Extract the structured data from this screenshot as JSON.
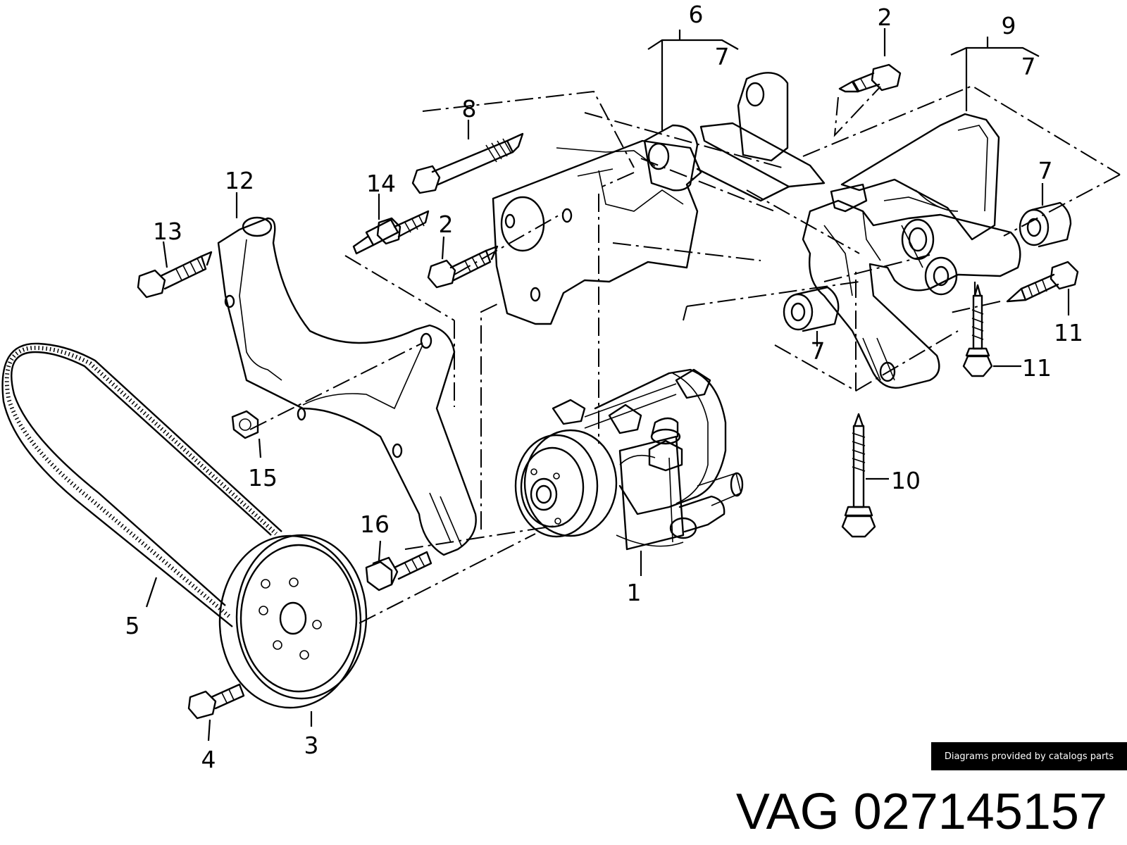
{
  "callouts": [
    {
      "id": "c1",
      "text": "1"
    },
    {
      "id": "c2a",
      "text": "2"
    },
    {
      "id": "c2b",
      "text": "2"
    },
    {
      "id": "c3",
      "text": "3"
    },
    {
      "id": "c4",
      "text": "4"
    },
    {
      "id": "c5",
      "text": "5"
    },
    {
      "id": "c6",
      "text": "6"
    },
    {
      "id": "c7a",
      "text": "7"
    },
    {
      "id": "c7b",
      "text": "7"
    },
    {
      "id": "c7c",
      "text": "7"
    },
    {
      "id": "c7d",
      "text": "7"
    },
    {
      "id": "c8",
      "text": "8"
    },
    {
      "id": "c9",
      "text": "9"
    },
    {
      "id": "c10",
      "text": "10"
    },
    {
      "id": "c11a",
      "text": "11"
    },
    {
      "id": "c11b",
      "text": "11"
    },
    {
      "id": "c12",
      "text": "12"
    },
    {
      "id": "c13",
      "text": "13"
    },
    {
      "id": "c14",
      "text": "14"
    },
    {
      "id": "c15",
      "text": "15"
    },
    {
      "id": "c16",
      "text": "16"
    }
  ],
  "credit": "Diagrams provided by catalogs parts",
  "part": {
    "brand": "VAG",
    "number": "027145157"
  }
}
